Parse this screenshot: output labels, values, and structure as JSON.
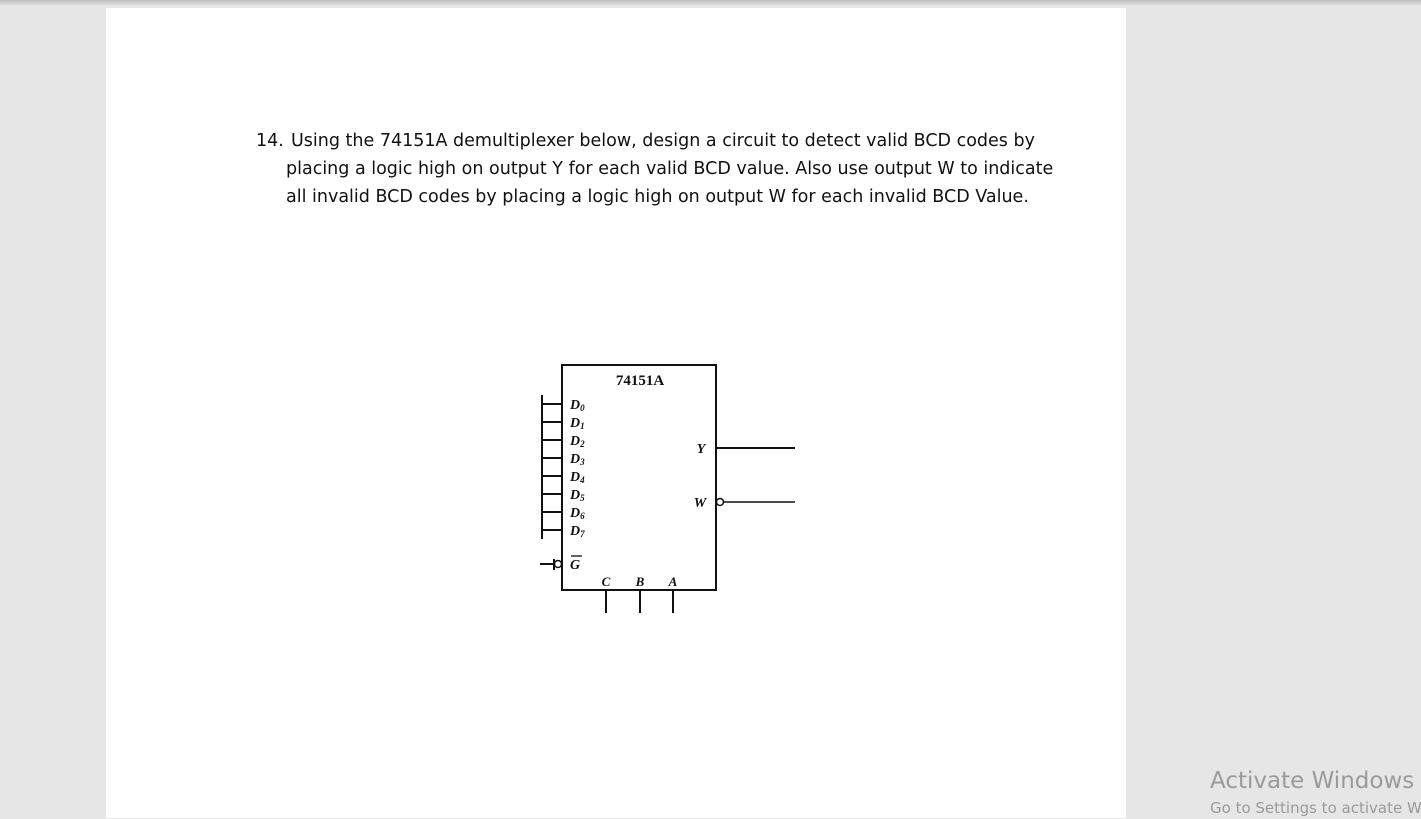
{
  "question": {
    "number": "14.",
    "lines": [
      "Using the 74151A demultiplexer below, design a circuit to detect valid BCD codes by",
      "placing a logic high on output Y for each valid BCD value. Also use output W to indicate",
      "all invalid BCD codes by placing a logic high on output W for each invalid BCD Value."
    ]
  },
  "diagram": {
    "chip_label": "74151A",
    "data_inputs": [
      "D",
      "D",
      "D",
      "D",
      "D",
      "D",
      "D",
      "D"
    ],
    "data_input_subscripts": [
      "0",
      "1",
      "2",
      "3",
      "4",
      "5",
      "6",
      "7"
    ],
    "enable_label": "G",
    "select_labels": [
      "C",
      "B",
      "A"
    ],
    "outputs": [
      "Y",
      "W"
    ]
  },
  "watermark": {
    "title": "Activate Windows",
    "subtitle": "Go to Settings to activate Windows."
  }
}
